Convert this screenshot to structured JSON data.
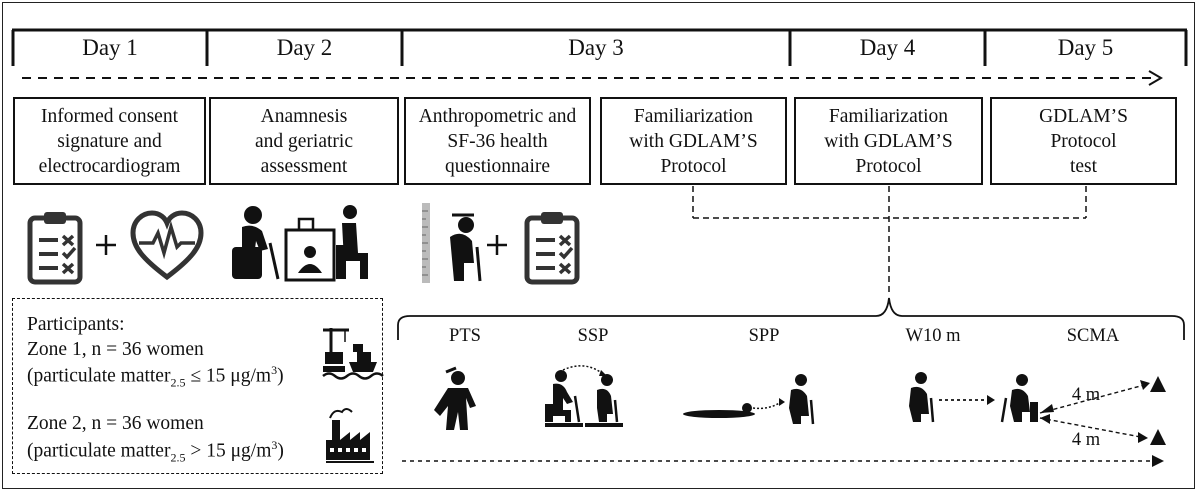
{
  "days": [
    "Day 1",
    "Day 2",
    "Day 3",
    "Day 4",
    "Day 5"
  ],
  "steps": [
    {
      "lines": [
        "Informed consent",
        "signature and",
        "electrocardiogram"
      ]
    },
    {
      "lines": [
        "Anamnesis",
        "and geriatric",
        "assessment"
      ]
    },
    {
      "lines": [
        "Anthropometric and",
        "SF-36 health",
        "questionnaire"
      ]
    },
    {
      "lines": [
        "Familiarization",
        "with GDLAM’S",
        "Protocol"
      ]
    },
    {
      "lines": [
        "Familiarization",
        "with GDLAM’S",
        "Protocol"
      ]
    },
    {
      "lines": [
        "GDLAM’S",
        "Protocol",
        "test"
      ]
    }
  ],
  "tests": [
    "PTS",
    "SSP",
    "SPP",
    "W10 m",
    "SCMA"
  ],
  "distances": [
    "4 m",
    "4 m"
  ],
  "participants": {
    "title": "Participants:",
    "zone1": "Zone 1, n = 36 women",
    "zone1_pm_prefix": "(particulate matter",
    "zone1_pm_sub": "2.5",
    "zone1_pm_suffix": " ≤ 15 μg/m",
    "zone1_pm_sup": "3",
    "zone1_pm_end": ")",
    "zone2": "Zone 2, n = 36 women",
    "zone2_pm_prefix": "(particulate matter",
    "zone2_pm_sub": "2.5",
    "zone2_pm_suffix": " > 15 μg/m",
    "zone2_pm_sup": "3",
    "zone2_pm_end": ")"
  },
  "icons": [
    "clipboard-checklist-icon",
    "heart-ecg-icon",
    "plus-icon",
    "geriatric-consultation-icon",
    "height-measure-elderly-icon",
    "port-industry-icon",
    "factory-icon",
    "standing-from-chair-icon",
    "sitting-standing-icon",
    "lying-standing-icon",
    "walking-icon",
    "cone-icon",
    "person-pain-icon"
  ]
}
